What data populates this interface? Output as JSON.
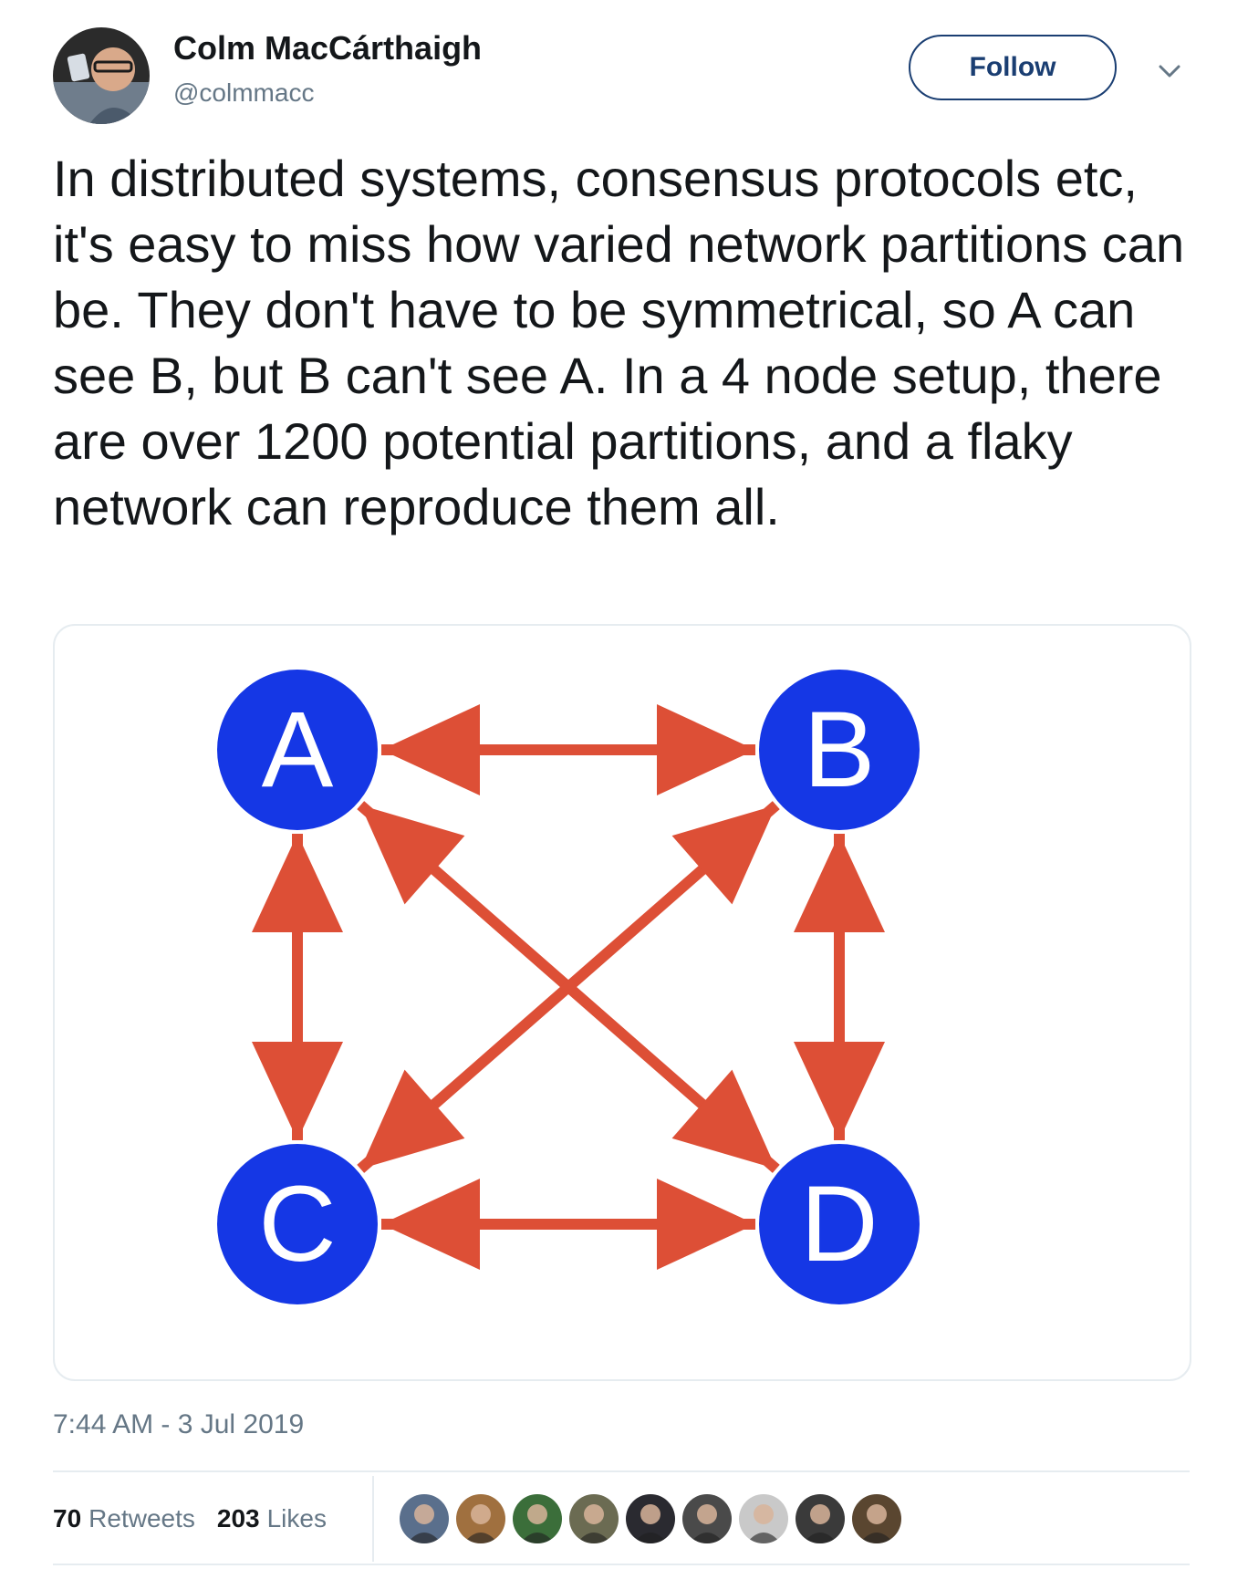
{
  "author": {
    "name": "Colm MacCárthaigh",
    "handle": "@colmmacc"
  },
  "follow_label": "Follow",
  "tweet_text": "In distributed systems, consensus protocols etc, it's easy to miss how varied network partitions can be. They don't have to be symmetrical, so A can see B, but B can't see A. In a 4 node setup, there are over 1200 potential partitions, and a flaky network can reproduce them all.",
  "diagram": {
    "nodes": [
      {
        "id": "A",
        "label": "A"
      },
      {
        "id": "B",
        "label": "B"
      },
      {
        "id": "C",
        "label": "C"
      },
      {
        "id": "D",
        "label": "D"
      }
    ],
    "edges": [
      [
        "A",
        "B"
      ],
      [
        "C",
        "D"
      ],
      [
        "A",
        "C"
      ],
      [
        "B",
        "D"
      ],
      [
        "A",
        "D"
      ],
      [
        "B",
        "C"
      ]
    ],
    "node_color": "#1537e5",
    "arrow_color": "#dd4f36"
  },
  "timestamp": "7:44 AM - 3 Jul 2019",
  "stats": {
    "retweets_count": "70",
    "retweets_label": "Retweets",
    "likes_count": "203",
    "likes_label": "Likes"
  },
  "liker_avatar_colors": [
    "#5a6f8c",
    "#a0703f",
    "#3b6e3a",
    "#6b6b52",
    "#2a2a30",
    "#4a4a4a",
    "#c9c9c9",
    "#3a3a3a",
    "#5a4630"
  ]
}
